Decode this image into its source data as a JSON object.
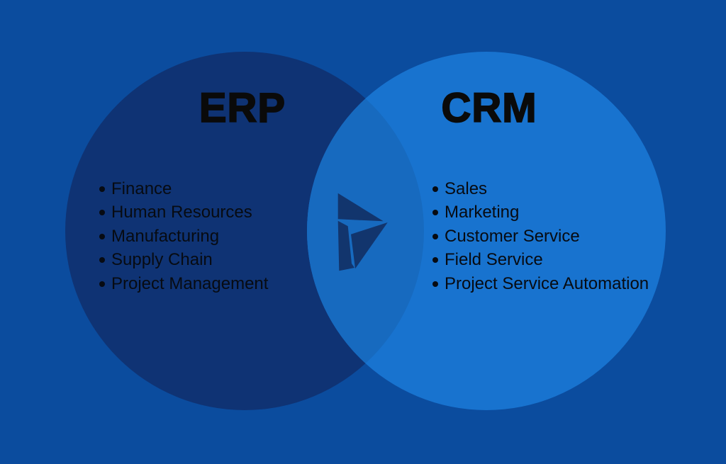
{
  "venn": {
    "background_color": "#0B4C9E",
    "title_color": "#0A0A0A",
    "text_color": "#070B12",
    "left": {
      "title": "ERP",
      "circle_color": "#0F3374",
      "items": [
        "Finance",
        "Human Resources",
        "Manufacturing",
        "Supply Chain",
        "Project Management"
      ]
    },
    "right": {
      "title": "CRM",
      "circle_color": "#1873CF",
      "items": [
        "Sales",
        "Marketing",
        "Customer Service",
        "Field Service",
        "Project Service Automation"
      ]
    },
    "overlap": {
      "color": "#176ABF",
      "icon": "dynamics-365-logo",
      "icon_color": "#12356D"
    }
  }
}
